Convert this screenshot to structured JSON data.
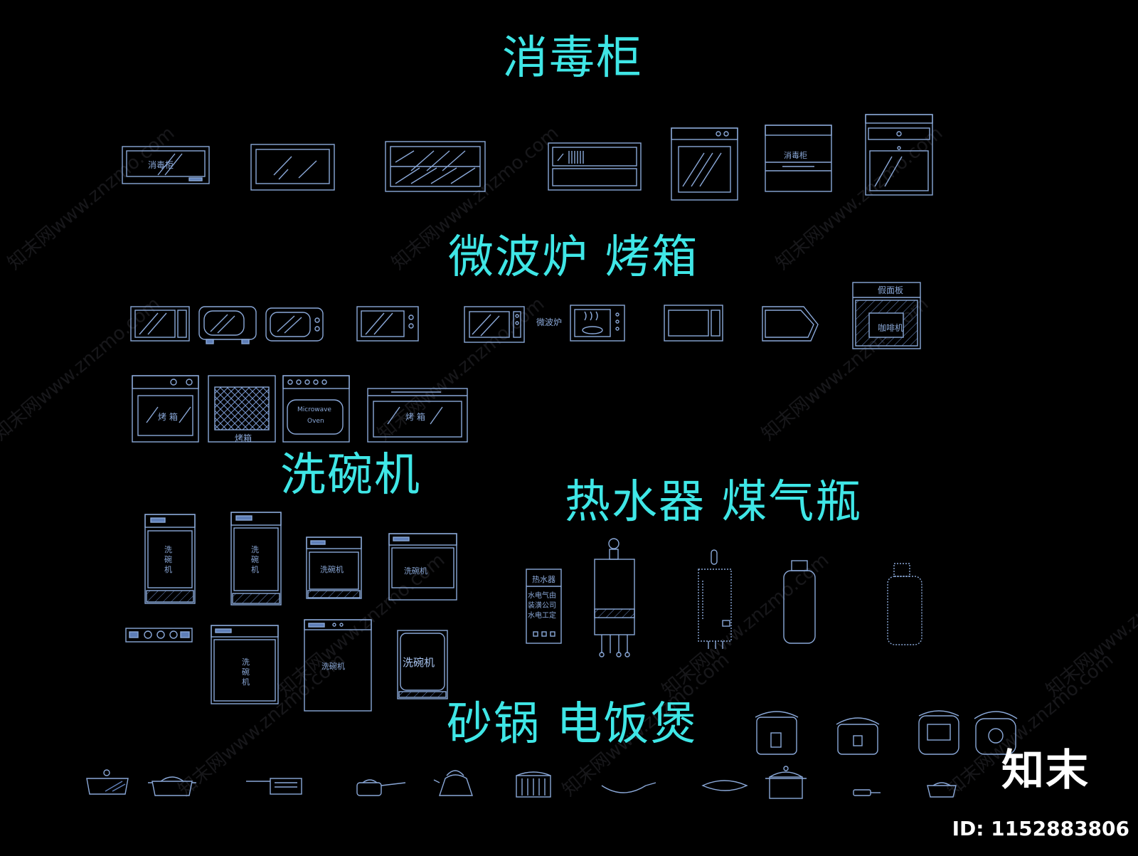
{
  "titles": {
    "disinfection_cabinet": "消毒柜",
    "microwave_oven": "微波炉  烤箱",
    "dishwasher": "洗碗机",
    "water_heater_gas": "热水器  煤气瓶",
    "pot_rice_cooker": "砂锅  电饭煲"
  },
  "labels": {
    "cab1": "消毒柜",
    "cab6": "消毒柜",
    "microwave_text": "微波炉",
    "false_panel": "假面板",
    "coffee": "咖啡机",
    "oven_a": "烤  箱",
    "oven_b": "烤箱",
    "microwave_oven_line1": "Microwave",
    "microwave_oven_line2": "Oven",
    "oven_d": "烤  箱",
    "dw_v1": "洗\n碗\n机",
    "dw_v2": "洗\n碗\n机",
    "dw_h1": "洗碗机",
    "dw_h2": "洗碗机",
    "dw_v3": "洗\n碗\n机",
    "dw_h3": "洗碗机",
    "dw_big": "洗碗机",
    "wh_title": "热水器",
    "wh_text1": "水电气由",
    "wh_text2": "装潢公司",
    "wh_text3": "水电工定"
  },
  "watermark": {
    "logo": "知末",
    "id": "ID: 1152883806",
    "text": "知末网www.znzmo.com"
  },
  "colors": {
    "title": "#3fe6e6",
    "line": "#8aa8d8",
    "line_dim": "#5f7fb8",
    "accent": "#b06bd8",
    "background": "#000000"
  }
}
